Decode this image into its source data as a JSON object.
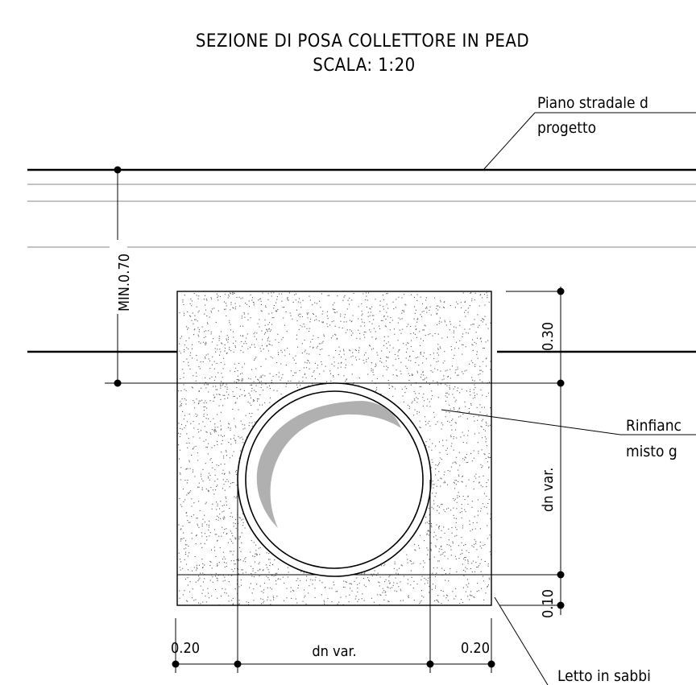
{
  "title": {
    "line1": "SEZIONE DI POSA COLLETTORE IN PEAD",
    "line2": "SCALA: 1:20"
  },
  "labels": {
    "road_line1": "Piano stradale d",
    "road_line2": "progetto",
    "backfill_line1": "Rinfianc",
    "backfill_line2": "misto g",
    "bedding": "Letto in sabbi"
  },
  "dimensions": {
    "min_depth": "MIN.0.70",
    "top_cover": "0.30",
    "pipe_height": "dn var.",
    "bed_height": "0.10",
    "side_left": "0.20",
    "pipe_width": "dn var.",
    "side_right": "0.20"
  },
  "colors": {
    "line": "#000000",
    "pipe_shade": "#b0b0b0",
    "fill_dots": "#555555"
  }
}
